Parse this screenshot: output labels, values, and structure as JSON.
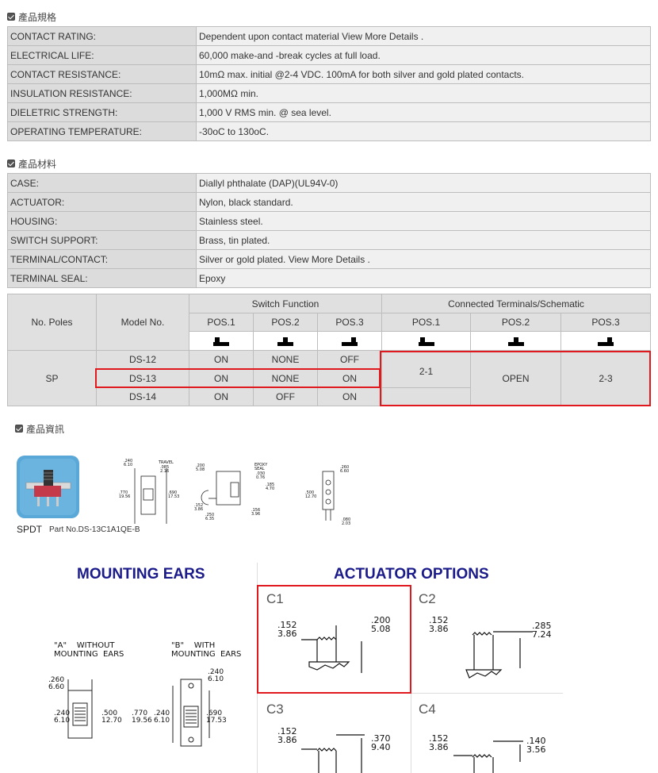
{
  "specs": {
    "title": "產品規格",
    "rows": [
      {
        "k": "CONTACT RATING:",
        "v": "Dependent upon contact material View More Details ."
      },
      {
        "k": "ELECTRICAL LIFE:",
        "v": "60,000 make-and -break cycles at full load."
      },
      {
        "k": "CONTACT RESISTANCE:",
        "v": "10mΩ max. initial @2-4 VDC. 100mA for both silver and gold plated contacts."
      },
      {
        "k": "INSULATION RESISTANCE:",
        "v": "1,000MΩ min."
      },
      {
        "k": "DIELETRIC STRENGTH:",
        "v": "1,000 V RMS min. @ sea level."
      },
      {
        "k": "OPERATING TEMPERATURE:",
        "v": "-30oC to 130oC."
      }
    ]
  },
  "materials": {
    "title": "產品材料",
    "rows": [
      {
        "k": "CASE:",
        "v": "Diallyl phthalate (DAP)(UL94V-0)"
      },
      {
        "k": "ACTUATOR:",
        "v": "Nylon, black standard."
      },
      {
        "k": "HOUSING:",
        "v": "Stainless steel."
      },
      {
        "k": "SWITCH SUPPORT:",
        "v": "Brass, tin plated."
      },
      {
        "k": "TERMINAL/CONTACT:",
        "v": "Silver or gold plated. View More Details ."
      },
      {
        "k": "TERMINAL SEAL:",
        "v": "Epoxy"
      }
    ]
  },
  "switch_table": {
    "h_poles": "No. Poles",
    "h_model": "Model No.",
    "h_func": "Switch Function",
    "h_conn": "Connected Terminals/Schematic",
    "pos": [
      "POS.1",
      "POS.2",
      "POS.3",
      "POS.1",
      "POS.2",
      "POS.3"
    ],
    "poles": "SP",
    "rows": [
      {
        "model": "DS-12",
        "p1": "ON",
        "p2": "NONE",
        "p3": "OFF"
      },
      {
        "model": "DS-13",
        "p1": "ON",
        "p2": "NONE",
        "p3": "ON"
      },
      {
        "model": "DS-14",
        "p1": "ON",
        "p2": "OFF",
        "p3": "ON"
      }
    ],
    "conn": [
      "2-1",
      "OPEN",
      "2-3"
    ]
  },
  "info": {
    "title": "產品資訊",
    "type": "SPDT",
    "part": "Part No.DS-13C1A1QE-B",
    "photo_bg": "#5aa8d8"
  },
  "mounting": {
    "title": "MOUNTING EARS",
    "a_label": "\"A\"    WITHOUT\nMOUNTING  EARS",
    "b_label": "\"B\"    WITH\nMOUNTING  EARS",
    "dims_a": [
      ".260\n6.60",
      ".240\n6.10",
      ".500\n12.70"
    ],
    "dims_b": [
      ".240\n6.10",
      ".770\n19.56",
      ".240\n6.10",
      ".690\n17.53"
    ]
  },
  "actuator": {
    "title": "ACTUATOR OPTIONS",
    "cells": [
      {
        "label": "C1",
        "d1": ".152\n3.86",
        "d2": ".200\n5.08"
      },
      {
        "label": "C2",
        "d1": ".152\n3.86",
        "d2": ".285\n7.24"
      },
      {
        "label": "C3",
        "d1": ".152\n3.86",
        "d2": ".370\n9.40"
      },
      {
        "label": "C4",
        "d1": ".152\n3.86",
        "d2": ".140\n3.56"
      }
    ]
  },
  "colors": {
    "highlight": "#e0191f",
    "heading": "#1a1a8a"
  }
}
